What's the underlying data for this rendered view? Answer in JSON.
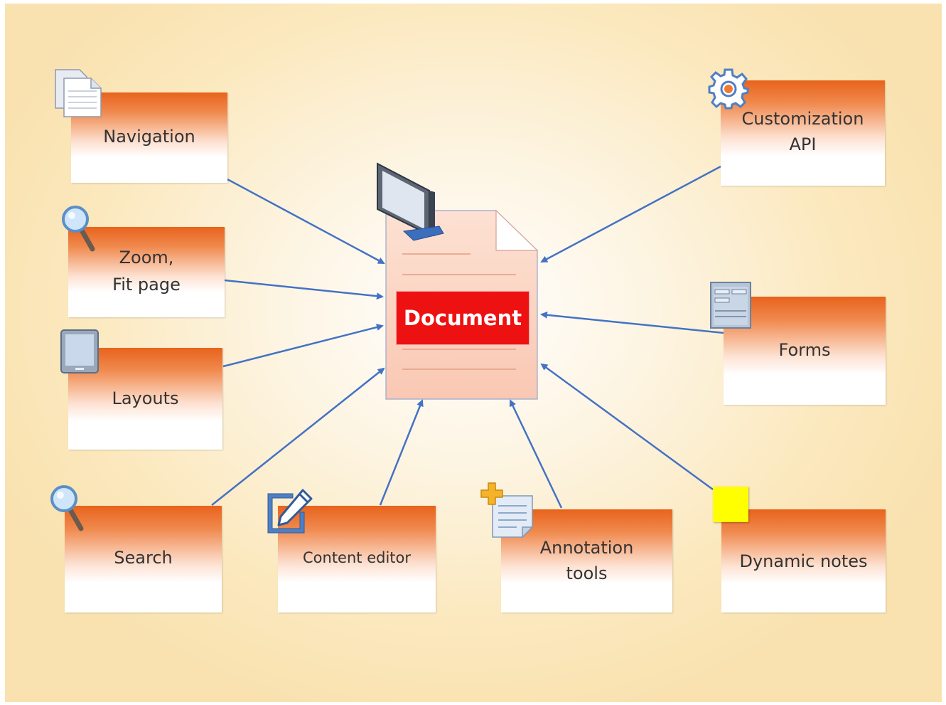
{
  "center": {
    "label": "Document"
  },
  "nodes": {
    "navigation": "Navigation",
    "zoom": [
      "Zoom,",
      "Fit page"
    ],
    "layouts": "Layouts",
    "search": "Search",
    "content_editor": "Content editor",
    "annotation": [
      "Annotation",
      "tools"
    ],
    "dynamic_notes": "Dynamic notes",
    "forms": "Forms",
    "customization": [
      "Customization",
      "API"
    ]
  },
  "colors": {
    "arrow": "#4472c4",
    "box_top": "#e8631c",
    "doc_fill": "#fcd5c4",
    "doc_title": "#ee1111",
    "note_yellow": "#ffff00"
  },
  "icons": {
    "navigation": "pages-icon",
    "zoom": "magnifier-icon",
    "layouts": "tablet-icon",
    "search": "magnifier-icon",
    "content_editor": "pencil-edit-icon",
    "annotation": "add-note-icon",
    "dynamic_notes": "sticky-note-icon",
    "forms": "form-icon",
    "customization": "gear-icon",
    "document": "monitor-icon"
  }
}
